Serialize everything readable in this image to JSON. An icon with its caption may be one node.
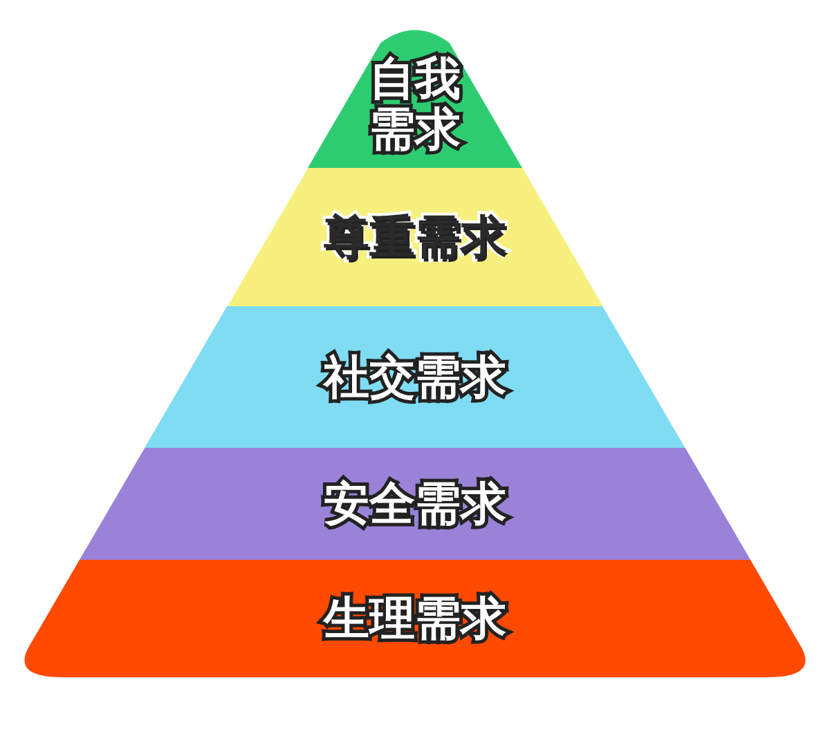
{
  "diagram": {
    "nodes": [
      {
        "text": [
          "自我需求"
        ]
      },
      {
        "text": [
          "尊重需求"
        ]
      },
      {
        "text": [
          "社交需求"
        ]
      },
      {
        "text": [
          "安全需求"
        ]
      },
      {
        "text": [
          "生理需求"
        ]
      }
    ]
  }
}
